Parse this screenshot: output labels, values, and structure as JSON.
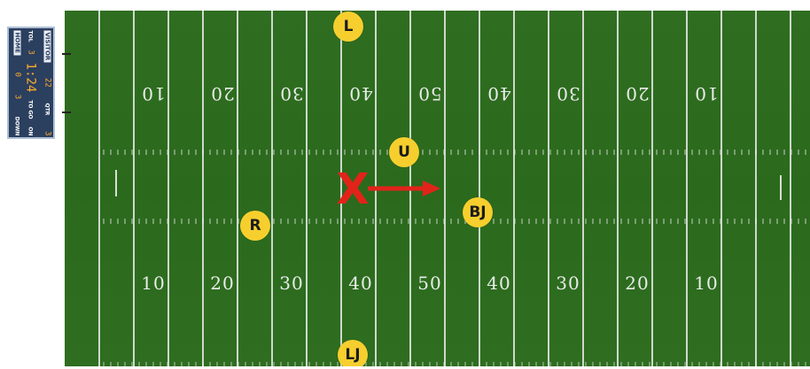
{
  "colors": {
    "field": "#2e6b1f",
    "lines": "#e9ecea",
    "official_marker": "#f6cf2e",
    "foul_marker": "#e2231a",
    "scoreboard": "#2b3f5f",
    "scoreboard_digits": "#ffad2a"
  },
  "scoreboard": {
    "visitor_label": "VISITOR",
    "home_label": "HOME",
    "qtr_label": "QTR",
    "qtr_value": "3",
    "visitor_score": "22",
    "home_score": "0",
    "tol_label": "TOL",
    "tol_visitor": "3",
    "tol_home": "3",
    "clock": "1:24",
    "down_label": "DOWN",
    "to_go_label": "TO GO",
    "on_label": "ON"
  },
  "yard_numbers": {
    "top": [
      "10",
      "20",
      "30",
      "40",
      "50",
      "40",
      "30",
      "20",
      "10"
    ],
    "bottom": [
      "10",
      "20",
      "30",
      "40",
      "50",
      "40",
      "30",
      "20",
      "10"
    ]
  },
  "officials": [
    {
      "id": "L",
      "label": "L"
    },
    {
      "id": "U",
      "label": "U"
    },
    {
      "id": "R",
      "label": "R"
    },
    {
      "id": "BJ",
      "label": "BJ"
    },
    {
      "id": "LJ",
      "label": "LJ"
    }
  ],
  "foul_spot": {
    "label": "X",
    "icon": "arrow-right-icon"
  }
}
